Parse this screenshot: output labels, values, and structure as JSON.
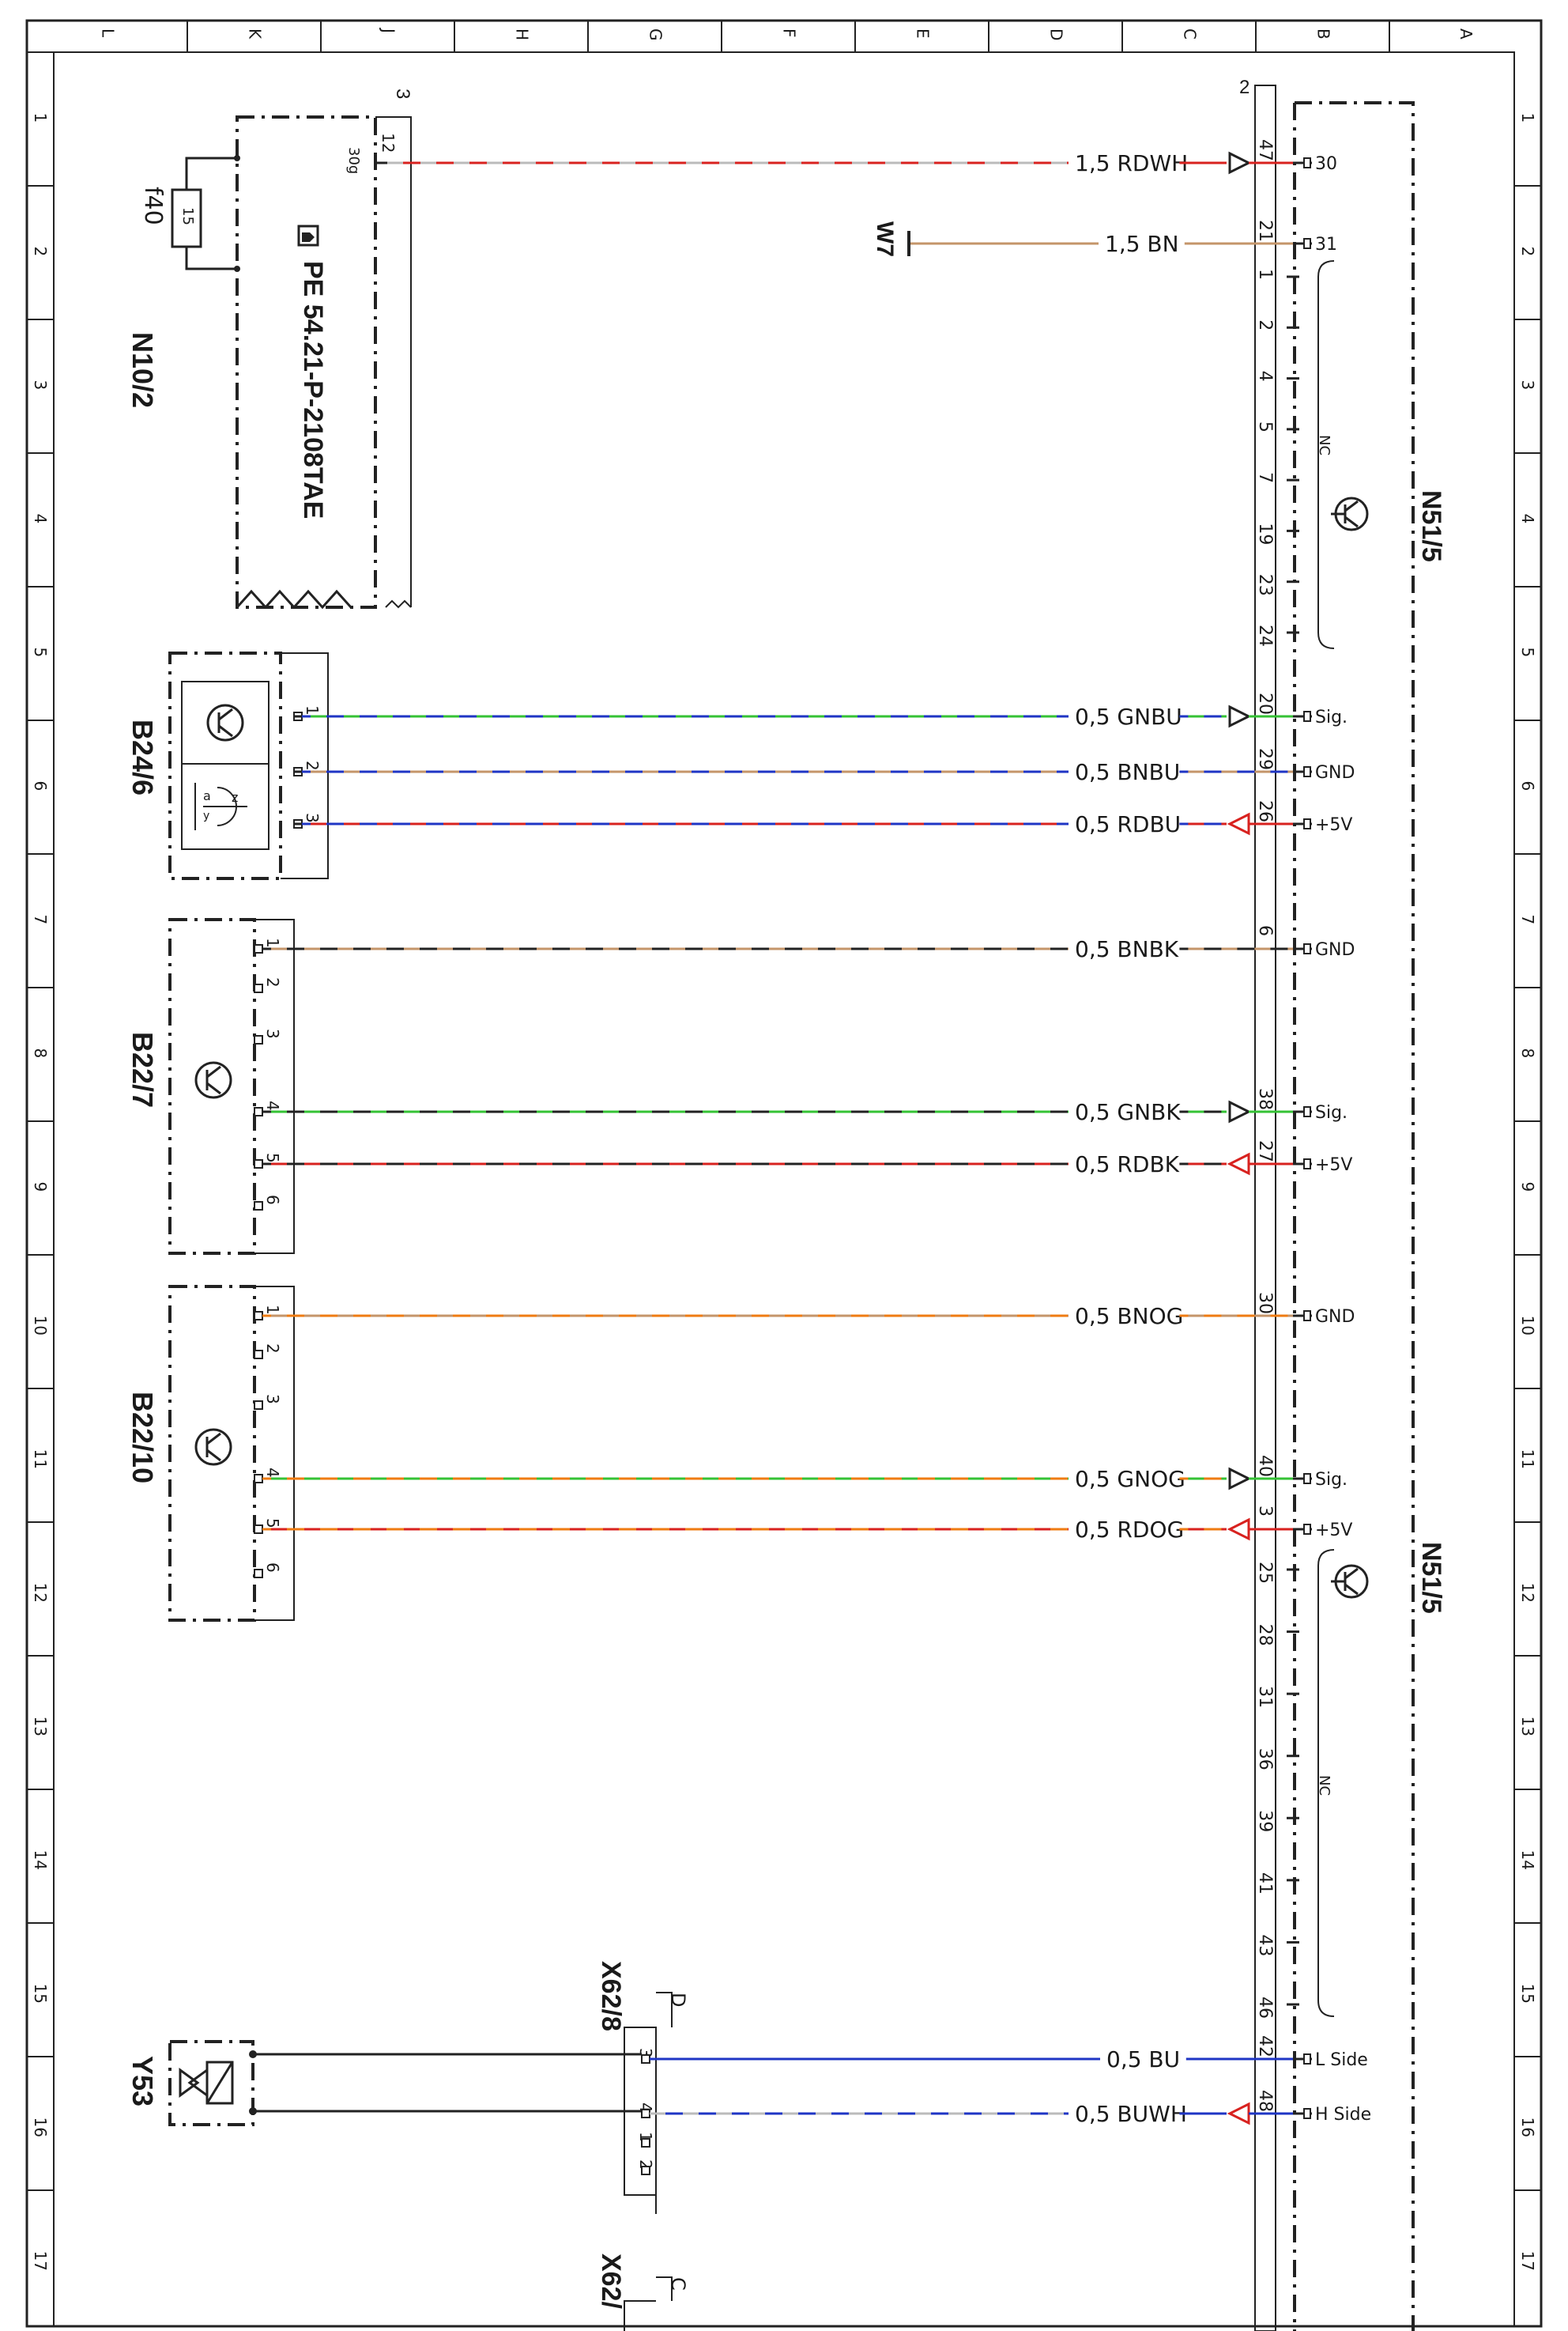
{
  "frame": {
    "columns": [
      "L",
      "K",
      "J",
      "H",
      "G",
      "F",
      "E",
      "D",
      "C",
      "B",
      "A"
    ],
    "rows": [
      "1",
      "2",
      "3",
      "4",
      "5",
      "6",
      "7",
      "8",
      "9",
      "10",
      "11",
      "12",
      "13",
      "14",
      "15",
      "16",
      "17"
    ]
  },
  "colors": {
    "RD": "#d8221f",
    "WH": "#ffffff",
    "BN": "#c4956a",
    "BU": "#1f35c4",
    "GN": "#35c235",
    "BK": "#222222",
    "OG": "#ef7b12"
  },
  "components": {
    "n10_2": {
      "label": "N10/2",
      "ref": "PE 54.21-P-2108TAE",
      "fuse_name": "f40",
      "fuse_value": "15",
      "pin_a": "12",
      "pin_b": "30g",
      "box_num": "3"
    },
    "n51_5": {
      "label_top": "N51/5",
      "label_bottom": "N51/5",
      "box_num": "2"
    },
    "w7": {
      "label": "W7"
    },
    "b24_6": {
      "label": "B24/6",
      "pins": [
        "1",
        "2",
        "3"
      ],
      "sub_a": "a",
      "sub_y": "y",
      "sub_z": "z"
    },
    "b22_7": {
      "label": "B22/7",
      "pins": [
        "1",
        "2",
        "3",
        "4",
        "5",
        "6"
      ]
    },
    "b22_10": {
      "label": "B22/10",
      "pins": [
        "1",
        "2",
        "3",
        "4",
        "5",
        "6"
      ]
    },
    "x62_8": {
      "label": "X62/8",
      "letter": "D",
      "pins": [
        "3",
        "4",
        "1",
        "2"
      ]
    },
    "x62_lower": {
      "label": "X62/",
      "letter": "C"
    },
    "y53": {
      "label": "Y53"
    }
  },
  "nc_label": "NC",
  "nc_groups": {
    "top": [
      "1",
      "2",
      "4",
      "5",
      "7",
      "19",
      "23",
      "24"
    ],
    "bottom": [
      "25",
      "28",
      "31",
      "36",
      "39",
      "41",
      "43",
      "46"
    ]
  },
  "wires": [
    {
      "id": "w1",
      "size_color": "1,5 RDWH",
      "pin": "47",
      "func": "30",
      "colors": [
        "RD",
        "WH"
      ],
      "arrow": "in"
    },
    {
      "id": "w2",
      "size_color": "1,5 BN",
      "pin": "21",
      "func": "31",
      "colors": [
        "BN"
      ],
      "arrow": "none"
    },
    {
      "id": "w3",
      "size_color": "0,5 GNBU",
      "pin": "20",
      "func": "Sig.",
      "colors": [
        "GN",
        "BU"
      ],
      "arrow": "in"
    },
    {
      "id": "w4",
      "size_color": "0,5 BNBU",
      "pin": "29",
      "func": "GND",
      "colors": [
        "BN",
        "BU"
      ],
      "arrow": "none"
    },
    {
      "id": "w5",
      "size_color": "0,5 RDBU",
      "pin": "26",
      "func": "+5V",
      "colors": [
        "RD",
        "BU"
      ],
      "arrow": "out"
    },
    {
      "id": "w6",
      "size_color": "0,5 BNBK",
      "pin": "6",
      "func": "GND",
      "colors": [
        "BN",
        "BK"
      ],
      "arrow": "none"
    },
    {
      "id": "w7",
      "size_color": "0,5 GNBK",
      "pin": "38",
      "func": "Sig.",
      "colors": [
        "GN",
        "BK"
      ],
      "arrow": "in"
    },
    {
      "id": "w8",
      "size_color": "0,5 RDBK",
      "pin": "27",
      "func": "+5V",
      "colors": [
        "RD",
        "BK"
      ],
      "arrow": "out"
    },
    {
      "id": "w9",
      "size_color": "0,5 BNOG",
      "pin": "30",
      "func": "GND",
      "colors": [
        "BN",
        "OG"
      ],
      "arrow": "none"
    },
    {
      "id": "w10",
      "size_color": "0,5 GNOG",
      "pin": "40",
      "func": "Sig.",
      "colors": [
        "GN",
        "OG"
      ],
      "arrow": "in"
    },
    {
      "id": "w11",
      "size_color": "0,5 RDOG",
      "pin": "3",
      "func": "+5V",
      "colors": [
        "RD",
        "OG"
      ],
      "arrow": "out"
    },
    {
      "id": "w12",
      "size_color": "0,5 BU",
      "pin": "42",
      "func": "L Side",
      "colors": [
        "BU"
      ],
      "arrow": "none"
    },
    {
      "id": "w13",
      "size_color": "0,5 BUWH",
      "pin": "48",
      "func": "H Side",
      "colors": [
        "BU",
        "WH"
      ],
      "arrow": "out"
    }
  ]
}
